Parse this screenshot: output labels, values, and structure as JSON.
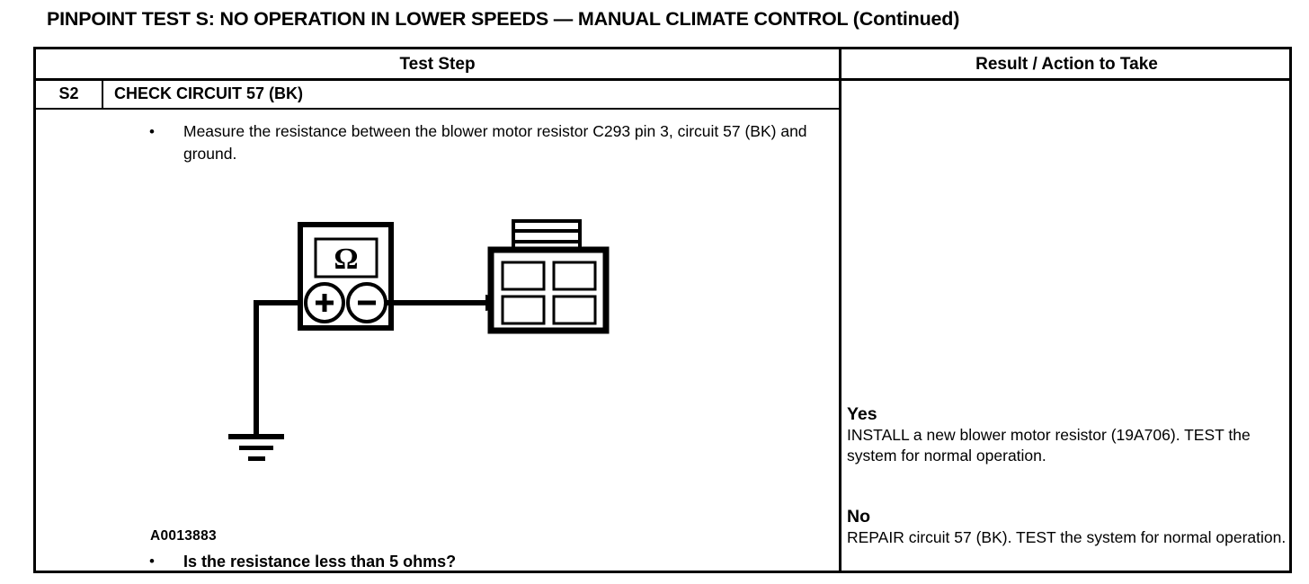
{
  "document": {
    "title": "PINPOINT TEST  S: NO OPERATION IN LOWER SPEEDS — MANUAL CLIMATE CONTROL (Continued)"
  },
  "table": {
    "headers": {
      "test_step": "Test Step",
      "result_action": "Result / Action to Take"
    }
  },
  "step": {
    "id": "S2",
    "title": "CHECK CIRCUIT 57 (BK)",
    "instruction": "Measure the resistance between the blower motor resistor C293 pin 3, circuit 57 (BK) and ground.",
    "question": "Is the resistance less than 5 ohms?"
  },
  "figure": {
    "id": "A0013883",
    "meter_symbol": "Ω",
    "terminal_positive": "+",
    "terminal_negative": "−"
  },
  "results": [
    {
      "label": "Yes",
      "text": "INSTALL a new blower motor resistor (19A706). TEST the system for normal operation."
    },
    {
      "label": "No",
      "text": "REPAIR circuit 57 (BK). TEST the system for normal operation."
    }
  ]
}
